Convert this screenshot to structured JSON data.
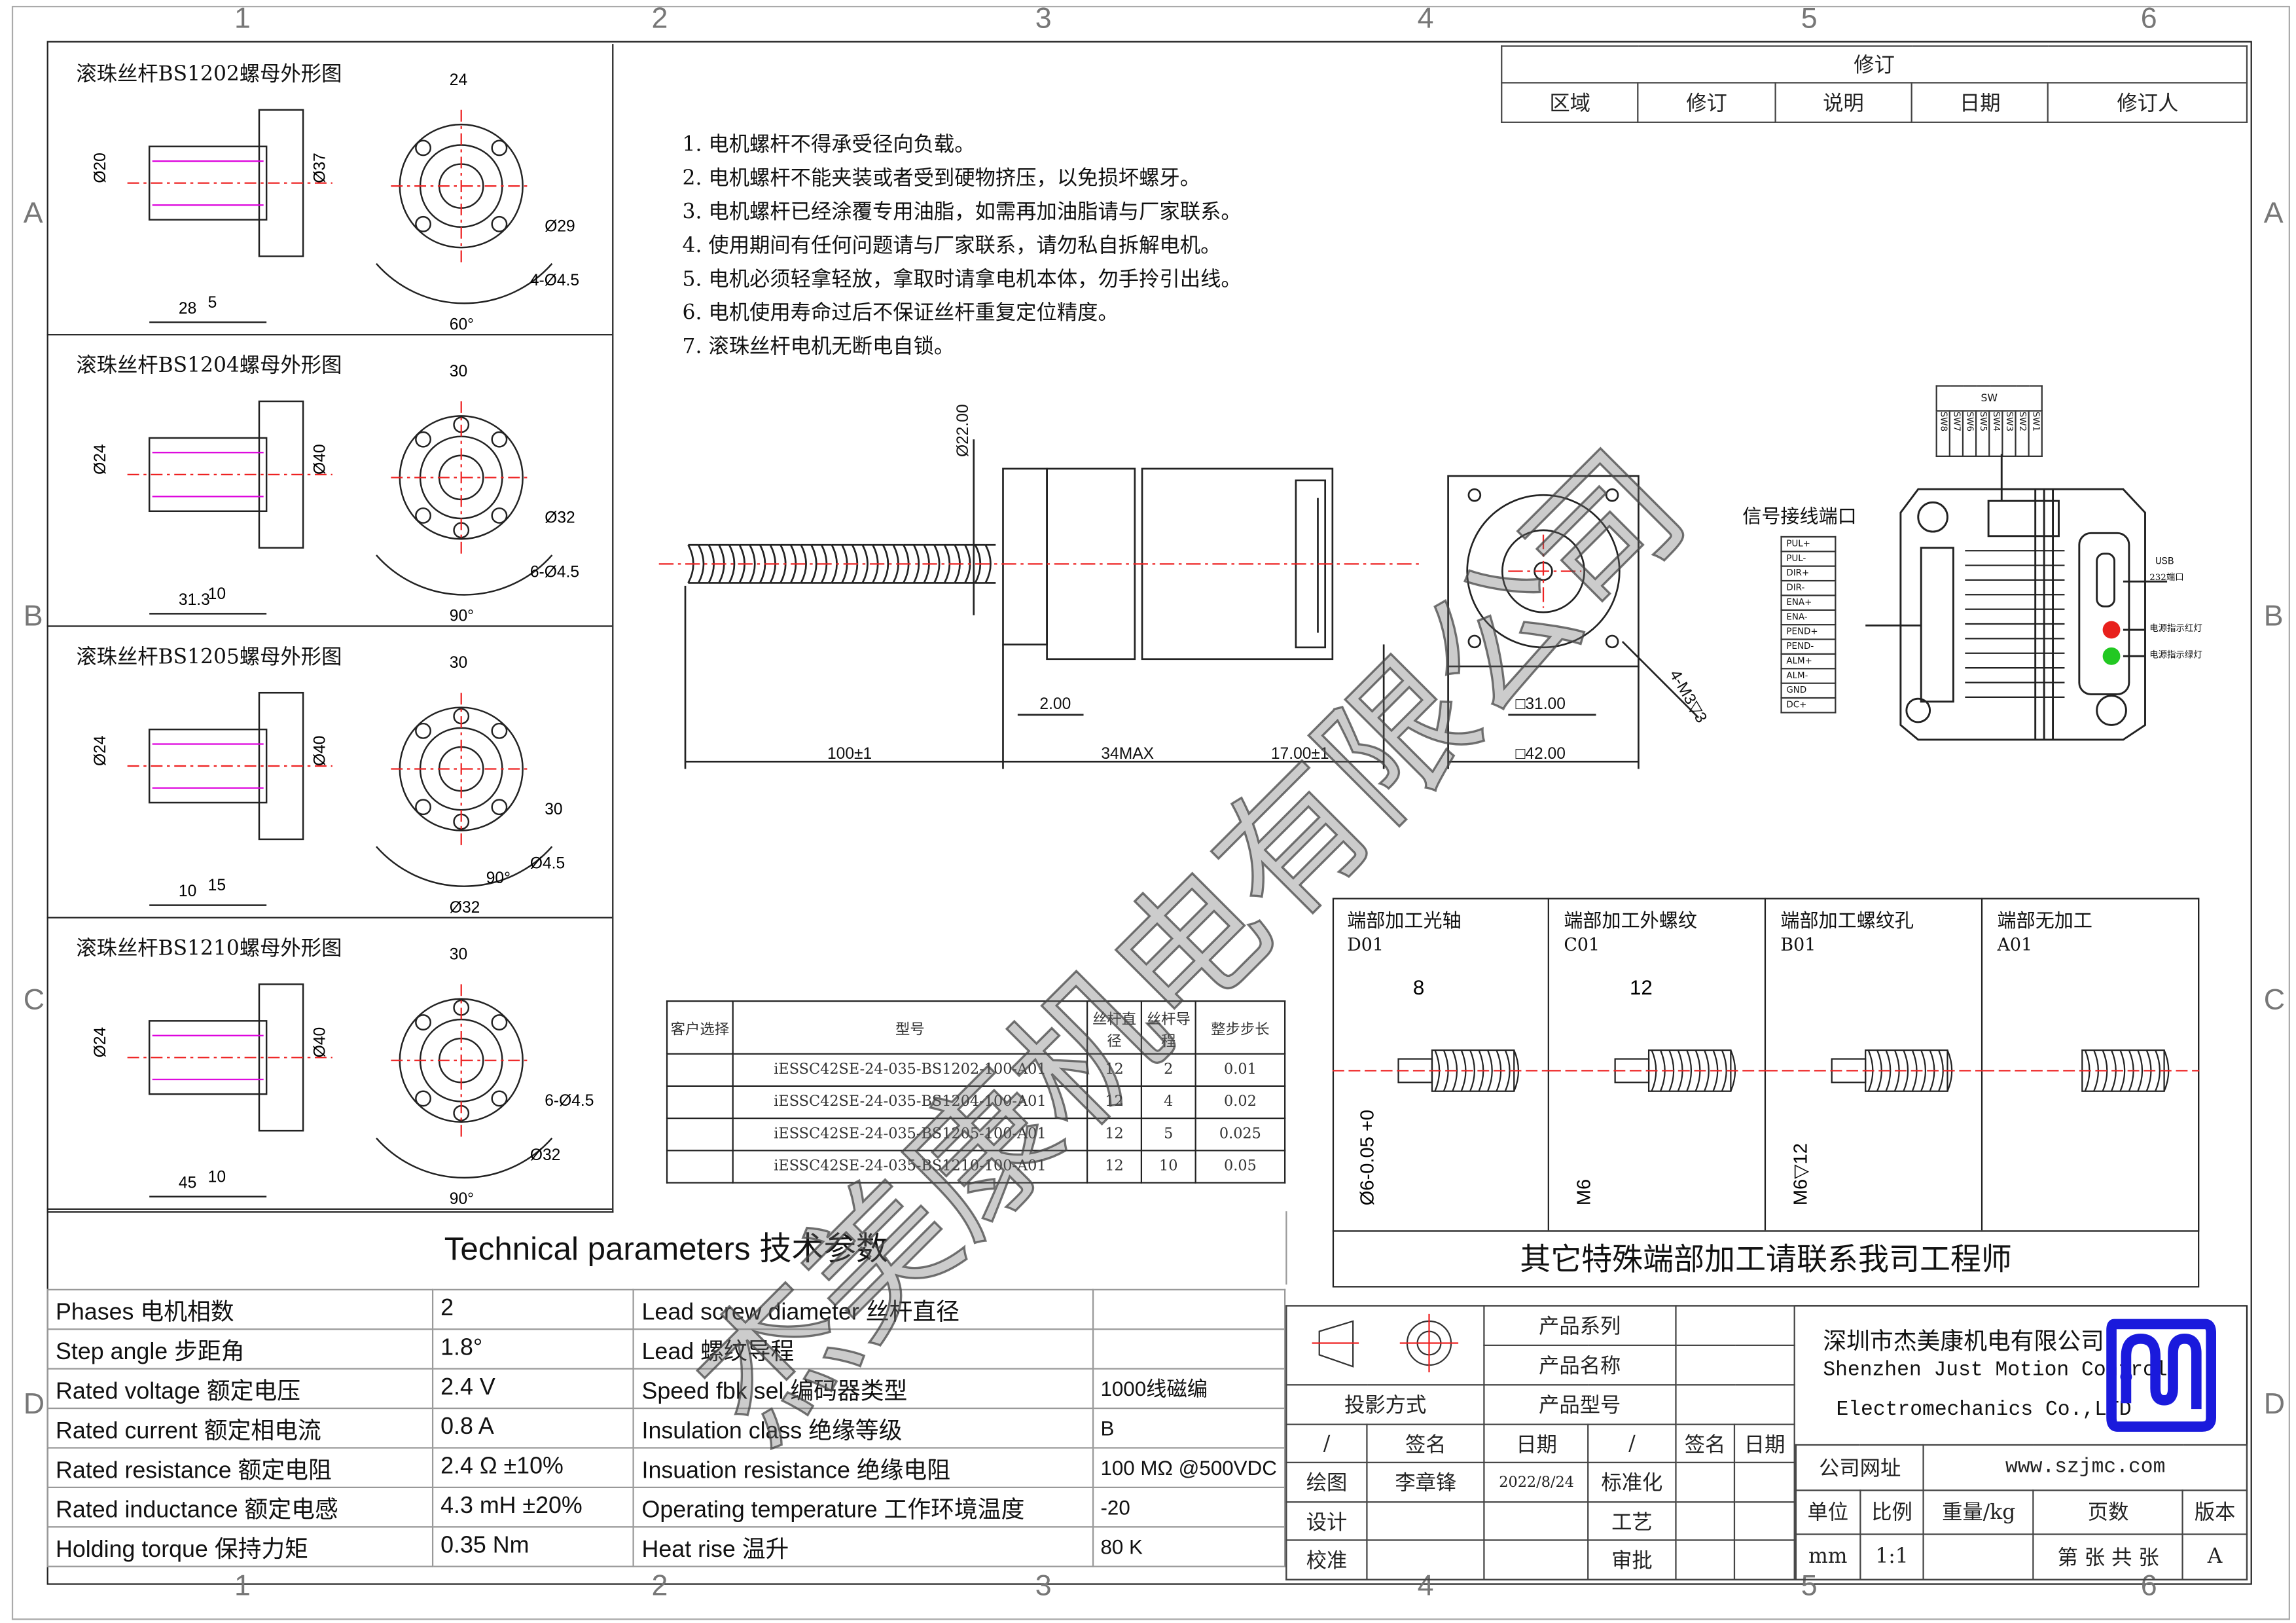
{
  "grid": {
    "cols": [
      "1",
      "2",
      "3",
      "4",
      "5",
      "6"
    ],
    "rows": [
      "A",
      "B",
      "C",
      "D"
    ]
  },
  "revision": {
    "title": "修订",
    "headers": [
      "区域",
      "修订",
      "说明",
      "日期",
      "修订人"
    ]
  },
  "nuts": [
    {
      "title": "滚珠丝杆BS1202螺母外形图",
      "dims": [
        "24",
        "Ø20",
        "Ø37",
        "5",
        "28",
        "Ø29",
        "4-Ø4.5",
        "60°"
      ]
    },
    {
      "title": "滚珠丝杆BS1204螺母外形图",
      "dims": [
        "30",
        "Ø24",
        "Ø40",
        "10",
        "31.3",
        "Ø32",
        "6-Ø4.5",
        "90°"
      ]
    },
    {
      "title": "滚珠丝杆BS1205螺母外形图",
      "dims": [
        "30",
        "Ø24",
        "Ø40",
        "15",
        "10",
        "30",
        "Ø4.5",
        "Ø32",
        "90°"
      ]
    },
    {
      "title": "滚珠丝杆BS1210螺母外形图",
      "dims": [
        "30",
        "Ø24",
        "Ø40",
        "10",
        "45",
        "6-Ø4.5",
        "Ø32",
        "90°"
      ]
    }
  ],
  "notes": [
    "1. 电机螺杆不得承受径向负载。",
    "2. 电机螺杆不能夹装或者受到硬物挤压，以免损坏螺牙。",
    "3. 电机螺杆已经涂覆专用油脂，如需再加油脂请与厂家联系。",
    "4. 使用期间有任何问题请与厂家联系，请勿私自拆解电机。",
    "5. 电机必须轻拿轻放，拿取时请拿电机本体，勿手拎引出线。",
    "6. 电机使用寿命过后不保证丝杆重复定位精度。",
    "7. 滚珠丝杆电机无断电自锁。"
  ],
  "motor_dims": {
    "d22": "Ø22.00",
    "l2": "2.00",
    "l100": "100±1",
    "l34": "34MAX",
    "l17": "17.00±1",
    "sq31": "□31.00",
    "sq42": "□42.00",
    "m3": "4-M3▽3"
  },
  "driver": {
    "port_title": "信号接线端口",
    "sw_title": "SW",
    "sw": [
      "SW8",
      "SW7",
      "SW6",
      "SW5",
      "SW4",
      "SW3",
      "SW2",
      "SW1"
    ],
    "pins": [
      "PUL+",
      "PUL-",
      "DIR+",
      "DIR-",
      "ENA+",
      "ENA-",
      "PEND+",
      "PEND-",
      "ALM+",
      "ALM-",
      "GND",
      "DC+"
    ],
    "usb": "USB",
    "usb_sub": "232端口",
    "red": "电源指示红灯",
    "green": "电源指示绿灯",
    "red_color": "#e8201c",
    "green_color": "#22c822"
  },
  "ends": [
    {
      "title": "端部加工光轴",
      "code": "D01",
      "dim1": "8",
      "dim2": "Ø6-0.05 +0"
    },
    {
      "title": "端部加工外螺纹",
      "code": "C01",
      "dim1": "12",
      "dim2": "M6"
    },
    {
      "title": "端部加工螺纹孔",
      "code": "B01",
      "dim2": "M6▽12"
    },
    {
      "title": "端部无加工",
      "code": "A01"
    }
  ],
  "ends_footer": "其它特殊端部加工请联系我司工程师",
  "models": {
    "headers": [
      "客户选择",
      "型号",
      "丝杆直径",
      "丝杆导程",
      "整步步长"
    ],
    "rows": [
      [
        "",
        "iESSC42SE-24-035-BS1202-100-A01",
        "12",
        "2",
        "0.01"
      ],
      [
        "",
        "iESSC42SE-24-035-BS1204-100-A01",
        "12",
        "4",
        "0.02"
      ],
      [
        "",
        "iESSC42SE-24-035-BS1205-100-A01",
        "12",
        "5",
        "0.025"
      ],
      [
        "",
        "iESSC42SE-24-035-BS1210-100-A01",
        "12",
        "10",
        "0.05"
      ]
    ]
  },
  "tech": {
    "title": "Technical parameters 技术参数",
    "rows": [
      [
        "Phases 电机相数",
        "2",
        "Lead screw diameter 丝杆直径",
        ""
      ],
      [
        "Step angle 步距角",
        "1.8°",
        "Lead 螺纹导程",
        ""
      ],
      [
        "Rated voltage 额定电压",
        "2.4 V",
        "Speed fbk sel  编码器类型",
        "1000线磁编"
      ],
      [
        "Rated current 额定相电流",
        "0.8 A",
        "Insulation class 绝缘等级",
        "B"
      ],
      [
        "Rated resistance 额定电阻",
        "2.4 Ω  ±10%",
        "Insuation resistance 绝缘电阻",
        "100 MΩ @500VDC"
      ],
      [
        "Rated inductance 额定电感",
        "4.3 mH ±20%",
        "Operating temperature 工作环境温度",
        "-20"
      ],
      [
        "Holding torque 保持力矩",
        "0.35 Nm",
        "Heat rise 温升",
        "80 K"
      ]
    ]
  },
  "title_block": {
    "series": "产品系列",
    "name": "产品名称",
    "projection": "投影方式",
    "model": "产品型号",
    "sign": "签名",
    "date": "日期",
    "draw": "绘图",
    "drawer": "李章锋",
    "draw_date": "2022/8/24",
    "standard": "标准化",
    "design": "设计",
    "process": "工艺",
    "check": "校准",
    "approve": "审批",
    "company_cn": "深圳市杰美康机电有限公司",
    "company_en1": "Shenzhen Just Motion Control",
    "company_en2": "Electromechanics Co.,LTD",
    "website_label": "公司网址",
    "website": "www.szjmc.com",
    "unit_label": "单位",
    "scale_label": "比例",
    "weight_label": "重量/kg",
    "pages_label": "页数",
    "version_label": "版本",
    "unit": "mm",
    "scale": "1:1",
    "pages": "第 张 共 张",
    "version": "A",
    "logo_color": "#1a1adc"
  },
  "watermark": "杰美康机电有限公司"
}
